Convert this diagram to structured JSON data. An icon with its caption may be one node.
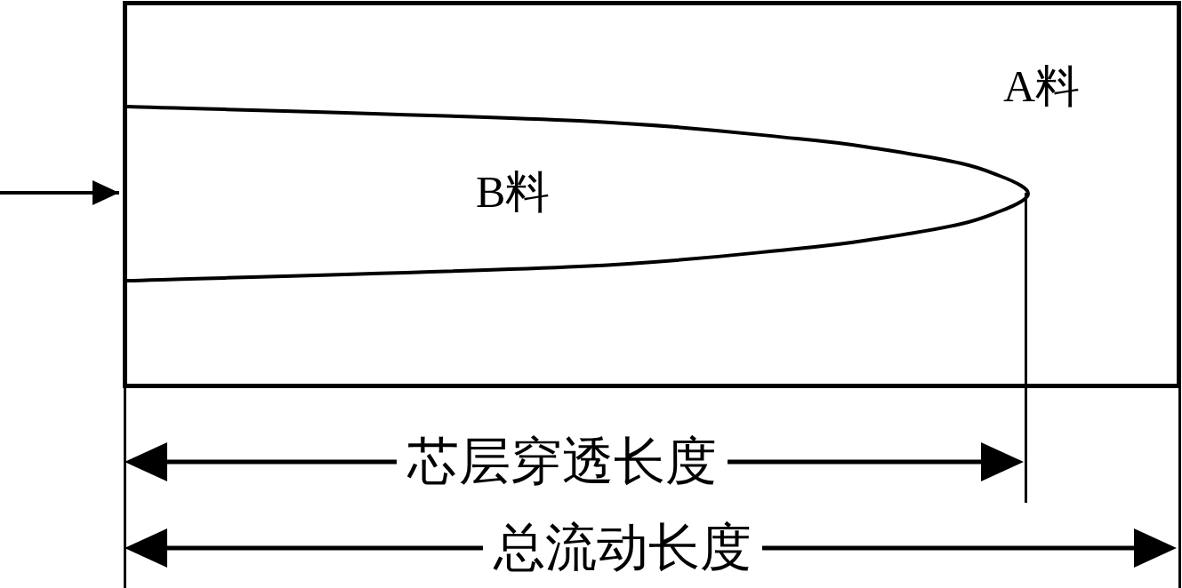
{
  "diagram": {
    "nodes": [
      {
        "text": [
          "A料"
        ]
      },
      {
        "text": [
          "B料"
        ],
        "in": 0
      }
    ],
    "edges": [
      {
        "from": null,
        "to": 1,
        "arrow": "to"
      }
    ],
    "labels": [
      "芯层穿透长度",
      "总流动长度"
    ]
  }
}
